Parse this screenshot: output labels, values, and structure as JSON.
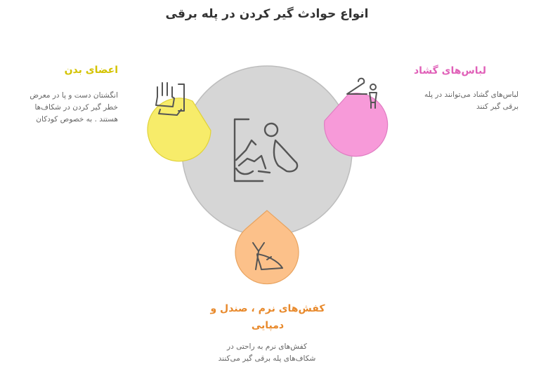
{
  "title": "انواع حوادث گیر کردن در پله برقی",
  "colors": {
    "center_circle": "#d6d6d6",
    "body_parts": "#f7ec6a",
    "body_parts_text": "#d4c300",
    "loose_clothes": "#f79ad9",
    "loose_clothes_text": "#e060b8",
    "soft_shoes": "#fcc18a",
    "soft_shoes_text": "#e8892b"
  },
  "categories": [
    {
      "id": "body_parts",
      "icon": "raised-hand-icon",
      "heading": "اعضای بدن",
      "description": "انگشتان دست و پا در معرض خطر گیر کردن در شکاف‌ها هستند . به خصوص کودکان"
    },
    {
      "id": "loose_clothes",
      "icon": "hanger-person-icon",
      "heading": "لباس‌های گشاد",
      "description": "لباس‌های گشاد می‌توانند در پله برقی گیر کنند"
    },
    {
      "id": "soft_shoes",
      "icon": "high-heel-sandal-icon",
      "heading": "کفش‌های نرم ، صندل و دمپایی",
      "description": "کفش‌های نرم به راحتی در شکاف‌های پله برقی گیر می‌کنند"
    }
  ],
  "center_icon": "falling-person-escalator-icon"
}
